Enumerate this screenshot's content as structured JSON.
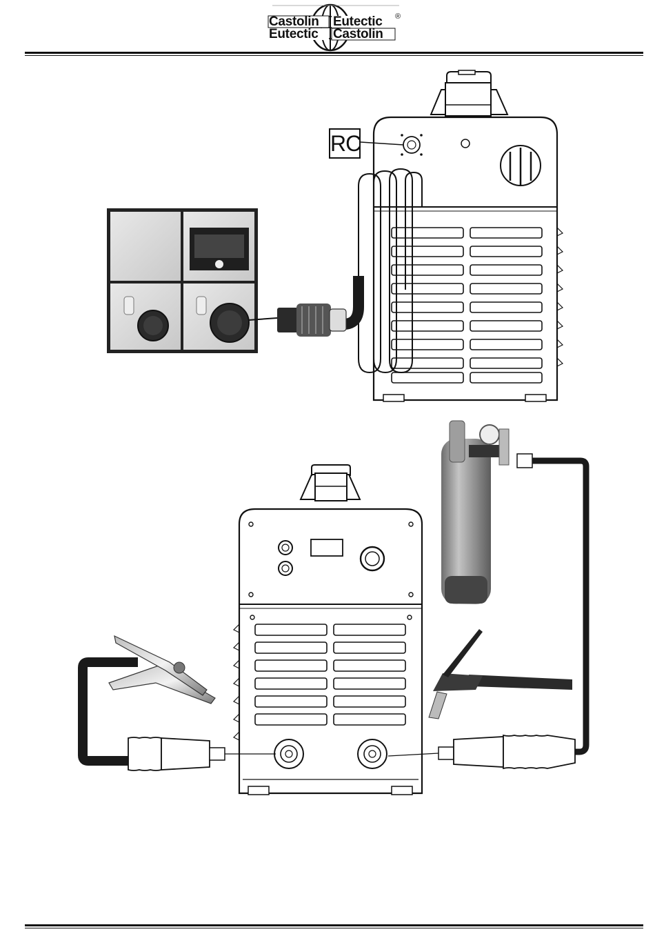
{
  "header": {
    "logo": {
      "line1_left": "Castolin",
      "line1_right": "Eutectic",
      "line2_left": "Eutectic",
      "line2_right": "Castolin",
      "registered_mark": "®"
    }
  },
  "figure": {
    "callout_label": "RC"
  },
  "colors": {
    "ink": "#111111",
    "panel_gray": "#d9d9d9",
    "cylinder_gray": "#9a9a9a",
    "cable_black": "#1a1a1a"
  }
}
